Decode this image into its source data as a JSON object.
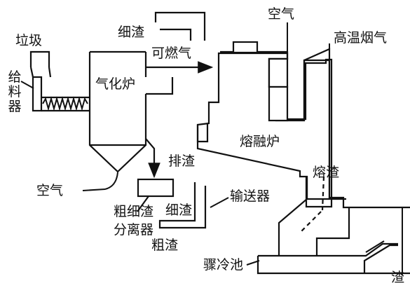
{
  "labels": {
    "garbage": "垃圾",
    "feeder": "给料器",
    "gasifier": "气化炉",
    "fine_slag_top": "细渣",
    "combustible_gas": "可燃气",
    "air_top": "空气",
    "high_temp_flue_gas": "高温烟气",
    "slag_discharge": "排渣",
    "air_bottom": "空气",
    "melting_furnace": "熔融炉",
    "molten_slag": "熔渣",
    "separator_line1": "粗细渣",
    "separator_line2": "分离器",
    "fine_slag_bottom": "细渣",
    "conveyor": "输送器",
    "coarse_slag": "粗渣",
    "quench_pool": "骤冷池",
    "slag": "渣"
  },
  "colors": {
    "ink": "#111111",
    "background": "#ffffff"
  }
}
